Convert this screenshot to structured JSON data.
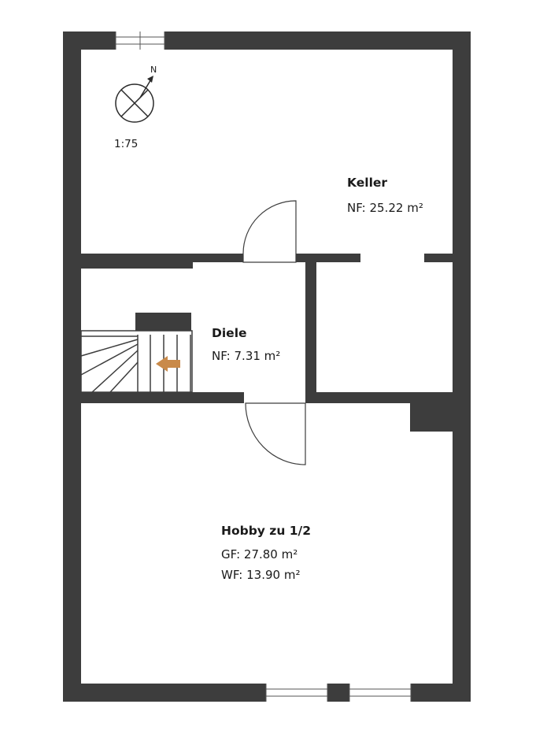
{
  "scale": "1:75",
  "compass": {
    "north_label": "N"
  },
  "colors": {
    "wall": "#3d3d3d",
    "background": "#ffffff",
    "stair_arrow": "#c98a4a"
  },
  "rooms": {
    "keller": {
      "name": "Keller",
      "line1": "NF: 25.22 m²"
    },
    "diele": {
      "name": "Diele",
      "line1": "NF: 7.31 m²"
    },
    "hobby": {
      "name": "Hobby zu 1/2",
      "line1": "GF: 27.80 m²",
      "line2": "WF: 13.90 m²"
    }
  }
}
